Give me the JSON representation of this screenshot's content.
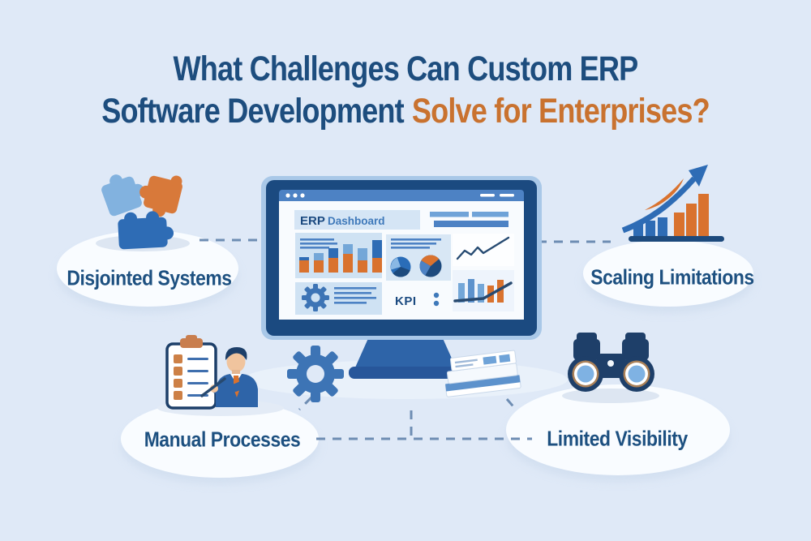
{
  "title": {
    "line1": "What Challenges Can Custom ERP",
    "line2_dark": "Software Development",
    "line2_accent": "Solve for Enterprises?"
  },
  "challenges": [
    {
      "id": "disjointed-systems",
      "label": "Disjointed Systems"
    },
    {
      "id": "scaling-limitations",
      "label": "Scaling Limitations"
    },
    {
      "id": "manual-processes",
      "label": "Manual Processes"
    },
    {
      "id": "limited-visibility",
      "label": "Limited Visibility"
    }
  ],
  "dashboard": {
    "title_bold": "ERP",
    "title_rest": "Dashboard",
    "kpi_label": "KPI"
  },
  "colors": {
    "background": "#dfe9f7",
    "title_blue": "#1d4d7e",
    "title_orange": "#c9722f",
    "label_blue": "#1d5080",
    "accent_blue": "#2e6cb5",
    "accent_orange": "#d9722e",
    "navy": "#1b4a80",
    "light_blue": "#74a7d8"
  }
}
